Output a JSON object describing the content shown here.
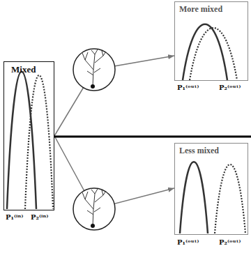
{
  "diagram": {
    "nodes": [
      {
        "text": [
          "Mixed"
        ]
      },
      {
        "text": [
          "More mixed"
        ]
      },
      {
        "text": [
          "Less mixed"
        ]
      }
    ],
    "edges": [
      {
        "from": 0,
        "to": 1,
        "arrow": "to"
      },
      {
        "from": 0,
        "to": 2,
        "arrow": "to"
      }
    ],
    "labels": [
      "P₁⁽ⁱⁿ⁾",
      "P₂⁽ⁱⁿ⁾",
      "P₁⁽ᵒᵘᵗ⁾",
      "P₂⁽ᵒᵘᵗ⁾",
      "P₁⁽ᵒᵘᵗ⁾",
      "P₂⁽ᵒᵘᵗ⁾"
    ]
  }
}
